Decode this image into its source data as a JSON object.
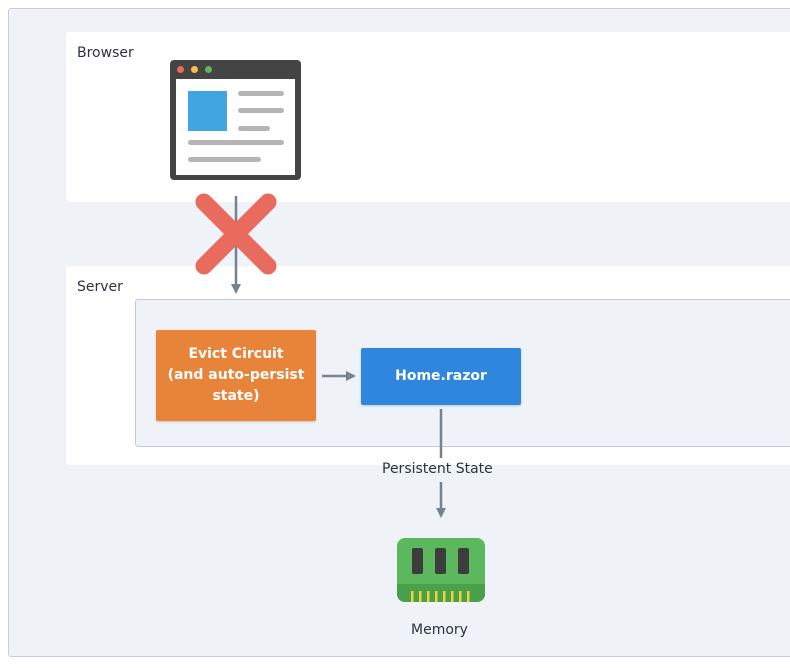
{
  "diagram": {
    "browser_label": "Browser",
    "server_label": "Server",
    "evict_box": "Evict Circuit\n(and auto-persist\nstate)",
    "home_box": "Home.razor",
    "persistent_label": "Persistent State",
    "memory_label": "Memory"
  },
  "icons": {
    "browser": "browser-window-icon",
    "blocked": "blocked-x-icon",
    "memory": "memory-chip-icon"
  },
  "colors": {
    "evict": "#e8843a",
    "home": "#2e86dd",
    "blocked": "#e96b5e",
    "memory": "#5cb85c",
    "arrow": "#748293"
  }
}
